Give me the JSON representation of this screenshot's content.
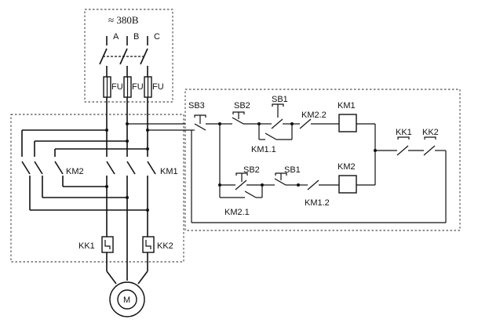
{
  "supply": {
    "voltage": "≈ 380B",
    "phases": [
      "A",
      "B",
      "C"
    ]
  },
  "fuse_label": "FU",
  "main_circuit": {
    "contactor_km2": "KM2",
    "contactor_km1": "KM1",
    "overload_kk1": "KK1",
    "overload_kk2": "KK2",
    "motor": "M"
  },
  "control_circuit": {
    "sb3": "SB3",
    "sb2_top": "SB2",
    "sb1_top": "SB1",
    "km2_2": "KM2.2",
    "km1_coil": "KM1",
    "km1_1": "KM1.1",
    "kk1": "KK1",
    "kk2": "KK2",
    "sb2_bottom": "SB2",
    "sb1_bottom": "SB1",
    "km2_coil": "KM2",
    "km2_1": "KM2.1",
    "km1_2": "KM1.2"
  }
}
